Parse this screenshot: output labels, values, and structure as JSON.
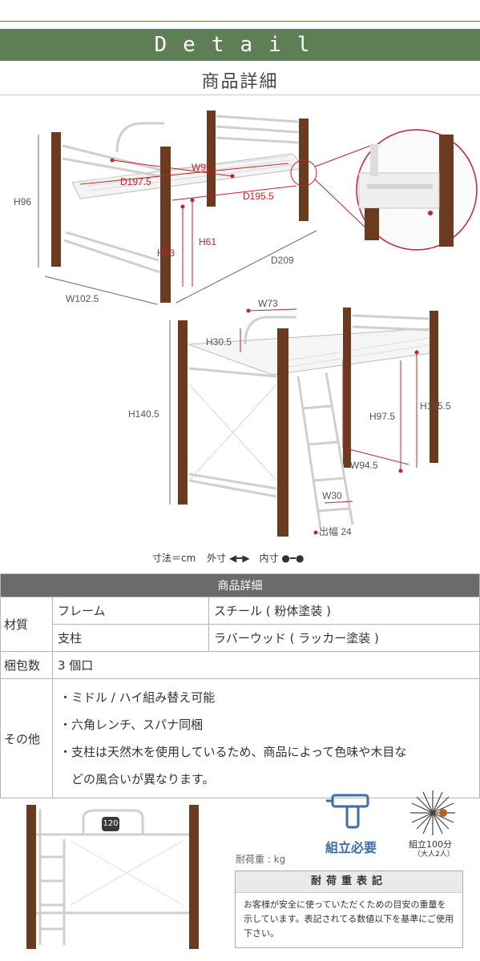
{
  "header": {
    "title": "Detail",
    "subtitle": "商品詳細"
  },
  "dimensions": {
    "w97": "W97",
    "d197_5": "D197.5",
    "d195_5": "D195.5",
    "h96": "H96",
    "h53": "H53",
    "h61": "H61",
    "d209": "D209",
    "w102_5": "W102.5",
    "w73": "W73",
    "h30_5": "H30.5",
    "h140_5": "H140.5",
    "h105_5": "H105.5",
    "h97_5": "H97.5",
    "w94_5": "W94.5",
    "w30": "W30",
    "depth24": "出幅 24"
  },
  "legend": {
    "unit": "寸法＝cm",
    "outer": "外寸",
    "inner": "内寸"
  },
  "spec_table": {
    "header": "商品詳細",
    "material_label": "材質",
    "frame_label": "フレーム",
    "frame_value": "スチール ( 粉体塗装 )",
    "post_label": "支柱",
    "post_value": "ラバーウッド ( ラッカー塗装 )",
    "packages_label": "梱包数",
    "packages_value": "3 個口",
    "other_label": "その他",
    "other_lines": [
      "・ミドル / ハイ組み替え可能",
      "・六角レンチ、スパナ同梱",
      "・支柱は天然木を使用しているため、商品によって色味や木目な",
      "　どの風合いが異なります。"
    ]
  },
  "load": {
    "value": "120",
    "unit_label": "耐荷重 : kg"
  },
  "assembly": {
    "required": "組立必要",
    "time": "組立100分",
    "people": "（大人2人）"
  },
  "notice": {
    "title": "耐荷重表記",
    "body": "お客様が安全に使っていただくための目安の重量を示しています。表記されてる数値以下を基準にご使用下さい。"
  },
  "colors": {
    "brand_green": "#5e7f55",
    "dimension_red": "#c8202b",
    "wood": "#6b3a1f",
    "table_header": "#6b6b6b"
  }
}
